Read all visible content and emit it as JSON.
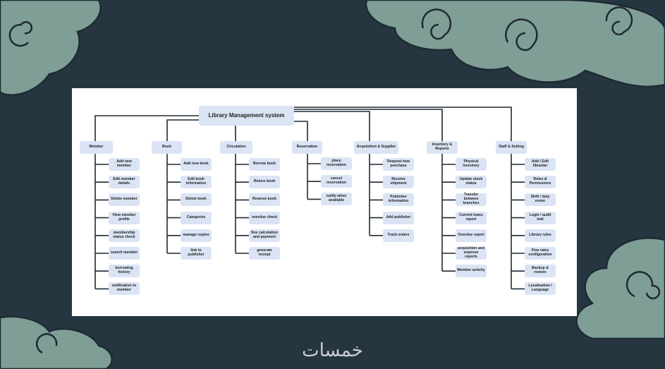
{
  "diagram": {
    "title": "Library Management system",
    "branches": [
      {
        "label": "Member",
        "children": [
          "Add new member",
          "Edit member details",
          "Delete member",
          "View member profile",
          "membership status check",
          "search member",
          "borrowing history",
          "notification to member"
        ]
      },
      {
        "label": "Book",
        "children": [
          "Add new book",
          "Edit book information",
          "Delete book",
          "Categorize",
          "manage copies",
          "link to publisher"
        ]
      },
      {
        "label": "Circulation",
        "children": [
          "Borrow book",
          "Return book",
          "Reserve book",
          "overdue check",
          "fine calculation and payment",
          "generate reciept"
        ]
      },
      {
        "label": "Reservation",
        "children": [
          "place reservation",
          "cancel reservation",
          "notify when available"
        ]
      },
      {
        "label": "Acquisition & Supplier",
        "children": [
          "Request new purchase",
          "Receive shipment",
          "Publisher information",
          "Add publisher",
          "Track orders"
        ]
      },
      {
        "label": "Inventory & Reports",
        "children": [
          "Physical inventory",
          "Update stock status",
          "Transfer between branches",
          "Current loans report",
          "Overdue report",
          "acquisition and expense reports",
          "Member activity"
        ]
      },
      {
        "label": "Staff & Setting",
        "children": [
          "Add / Edit librarian",
          "Roles & Permissions",
          "Shift / duty roster",
          "Login / audit trail",
          "Library rules",
          "Fine rates configuration",
          "Backup & restore",
          "Localisation / Language"
        ]
      }
    ]
  },
  "logo": "خمسات",
  "colors": {
    "background": "#263640",
    "cloud": "#7f9e96",
    "node": "#dbe4f4",
    "line": "#1e2a33"
  }
}
